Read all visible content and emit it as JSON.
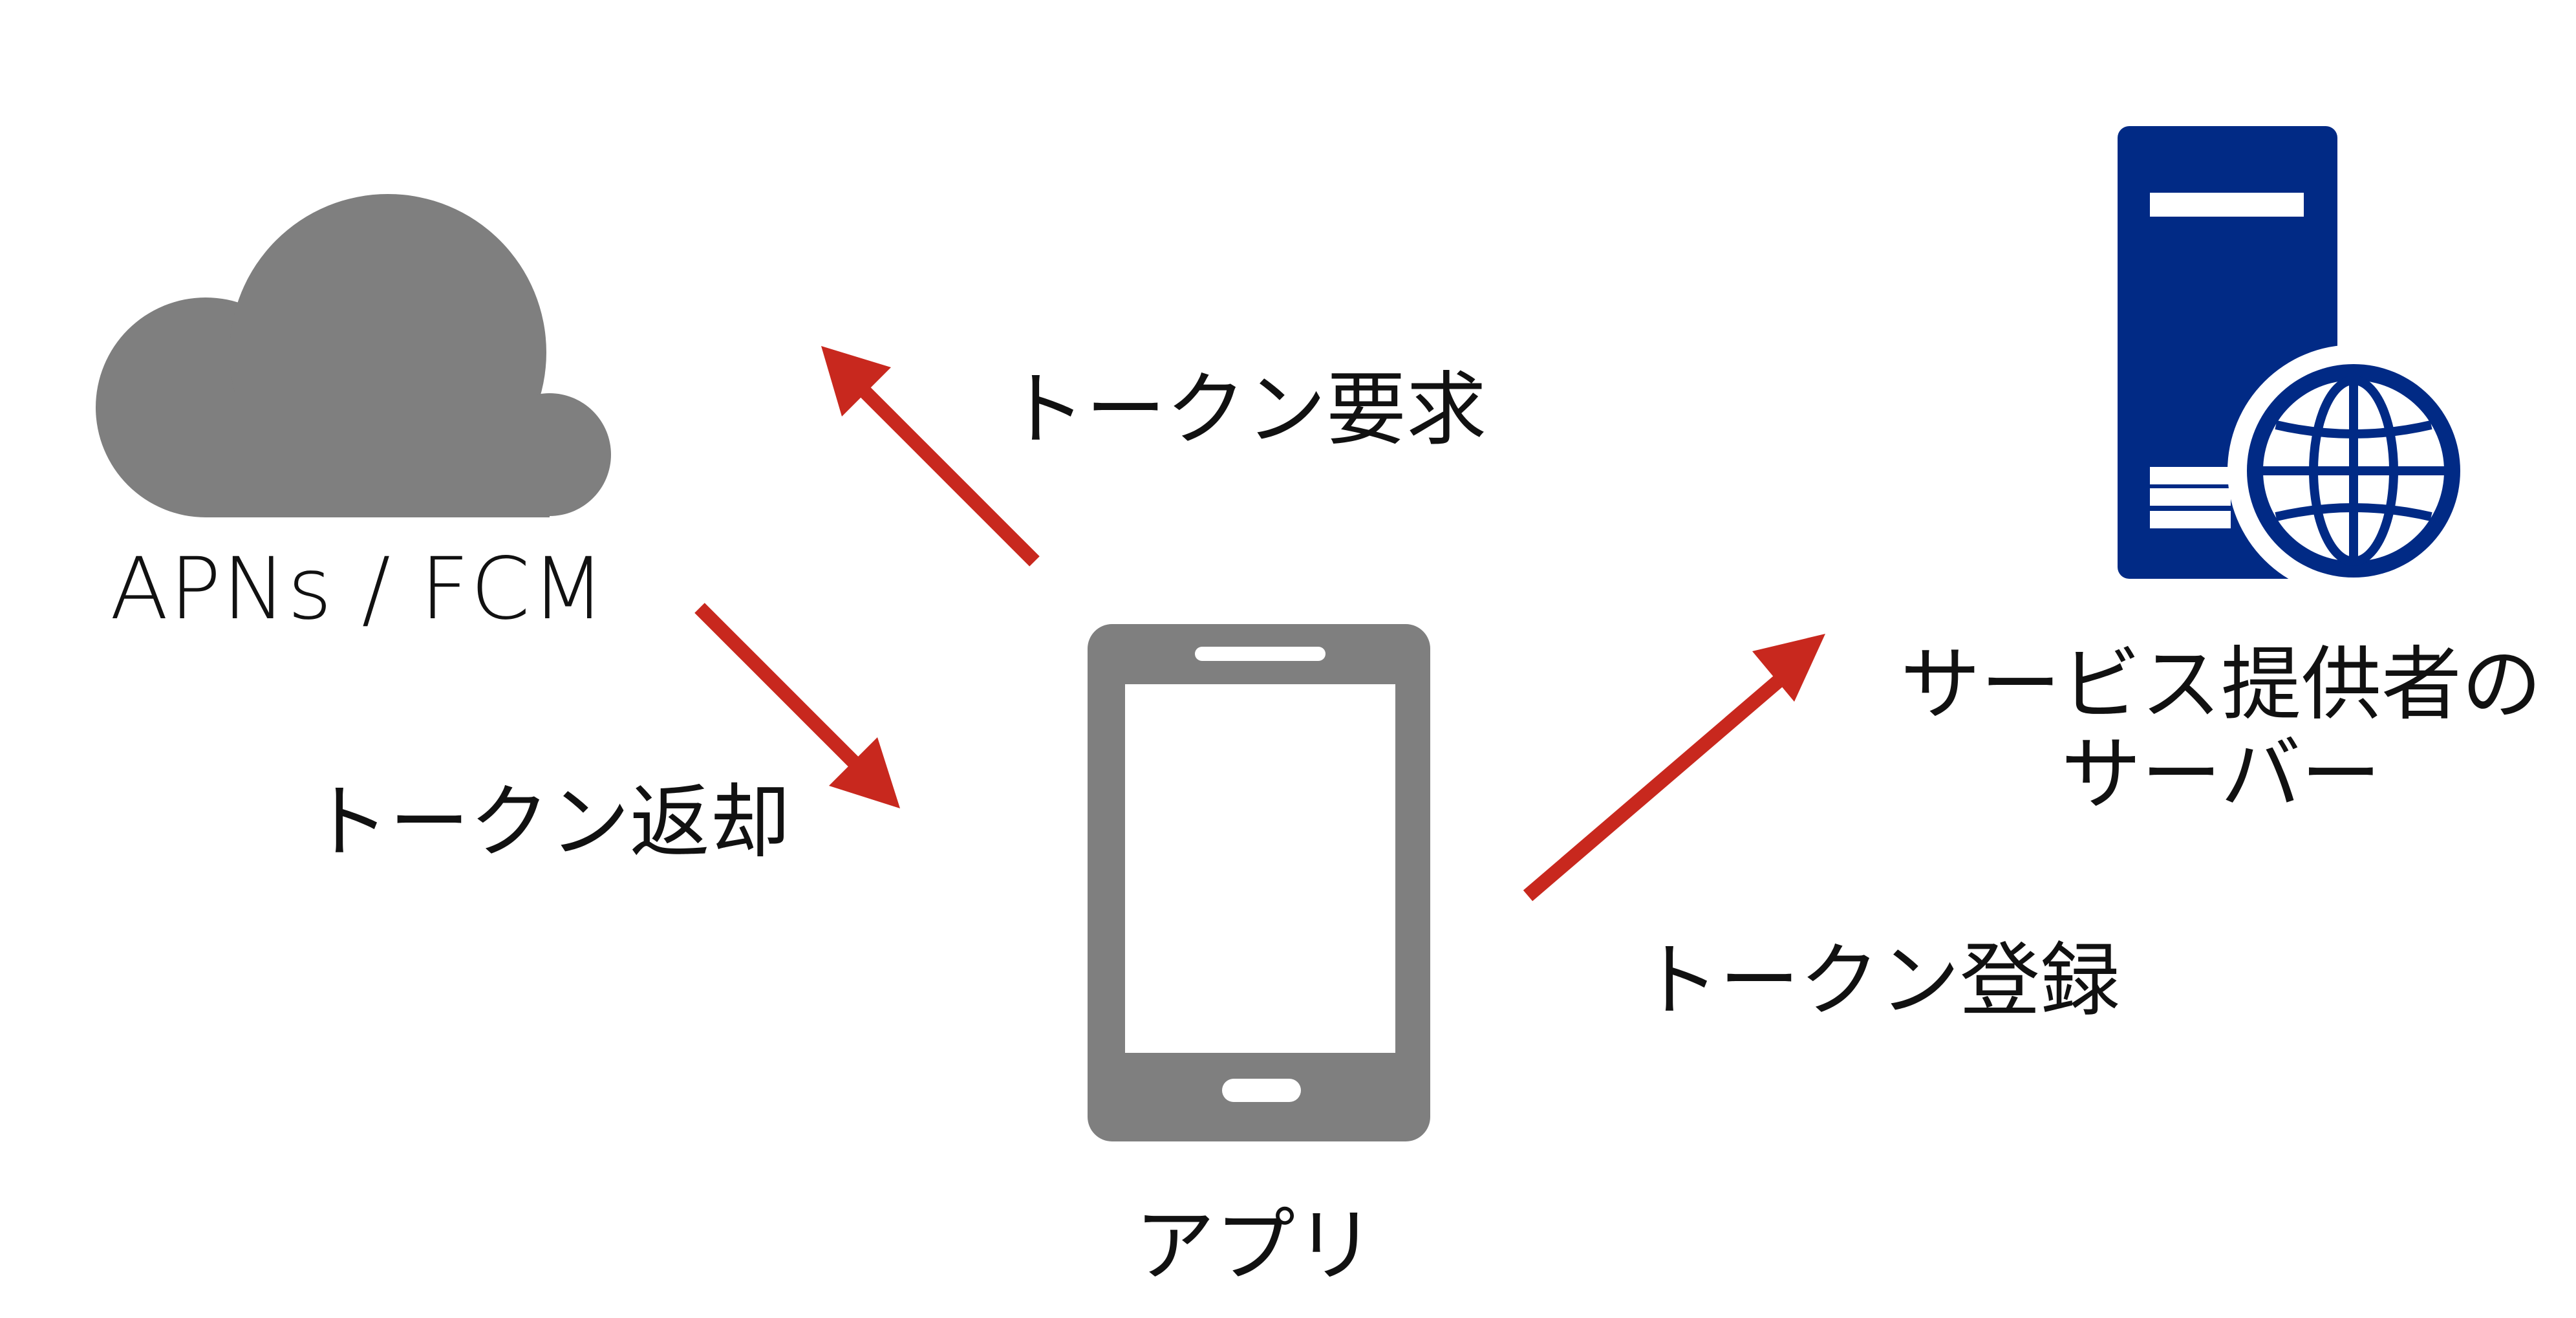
{
  "labels": {
    "apns": "APNs / FCM",
    "token_request": "トークン要求",
    "token_return": "トークン返却",
    "token_register": "トークン登録",
    "app": "アプリ",
    "server_line1": "サービス提供者の",
    "server_line2": "サーバー"
  },
  "icons": {
    "cloud": "cloud-icon",
    "phone": "smartphone-icon",
    "server": "server-globe-icon"
  },
  "colors": {
    "icon_gray": "#7f7f7f",
    "arrow_red": "#c8281e",
    "server_blue": "#012a85",
    "text": "#111111",
    "background": "#ffffff"
  }
}
